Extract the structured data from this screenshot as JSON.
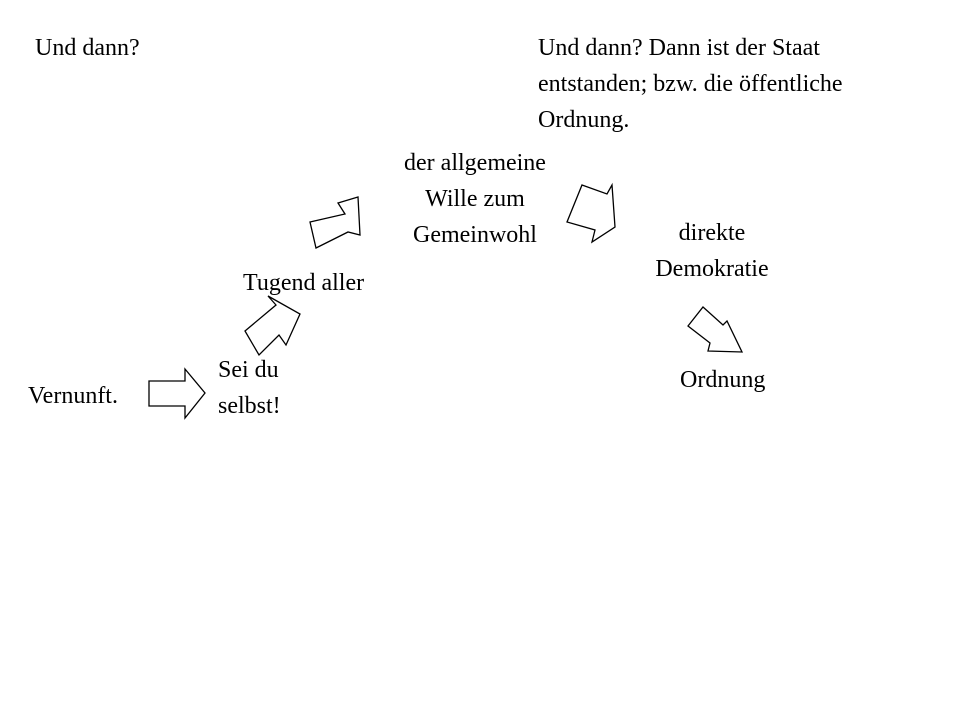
{
  "slide": {
    "heading_left": "Und dann?",
    "heading_right": {
      "line1": "Und dann? Dann ist der Staat",
      "line2": "entstanden; bzw. die öffentliche",
      "line3": "Ordnung."
    }
  },
  "diagram": {
    "vernunft": "Vernunft.",
    "sei_du_selbst": {
      "line1": "Sei du",
      "line2": "selbst!"
    },
    "tugend_aller": "Tugend aller",
    "allgemeiner_wille": {
      "line1": "der allgemeine",
      "line2": "Wille zum",
      "line3": "Gemeinwohl"
    },
    "direkte_demokratie": {
      "line1": "direkte",
      "line2": "Demokratie"
    },
    "ordnung": "Ordnung"
  },
  "colors": {
    "background": "#ffffff",
    "text": "#000000",
    "arrow_stroke": "#000000",
    "arrow_fill": "#ffffff"
  }
}
